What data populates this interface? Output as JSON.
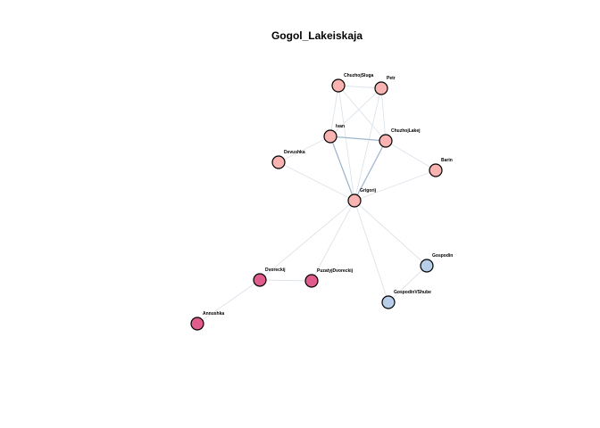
{
  "title": "Gogol_Lakeiskaja",
  "colors": {
    "edge_light": "#dde3ea",
    "edge_strong": "#9fb6cf",
    "group_pink": "#f9b3b1",
    "group_magenta": "#e05c8c",
    "group_blue": "#b7cde8"
  },
  "nodes": [
    {
      "id": "ChuzhojSluga",
      "label": "ChuzhojSluga",
      "group": "pink"
    },
    {
      "id": "Petr",
      "label": "Petr",
      "group": "pink"
    },
    {
      "id": "Ivan",
      "label": "Ivan",
      "group": "pink"
    },
    {
      "id": "ChuzhojLakej",
      "label": "ChuzhojLakej",
      "group": "pink"
    },
    {
      "id": "Devushka",
      "label": "Devushka",
      "group": "pink"
    },
    {
      "id": "Barin",
      "label": "Barin",
      "group": "pink"
    },
    {
      "id": "Grigorij",
      "label": "Grigorij",
      "group": "pink"
    },
    {
      "id": "Gospodin",
      "label": "Gospodin",
      "group": "blue"
    },
    {
      "id": "Dvoreckij",
      "label": "Dvoreckij",
      "group": "magenta"
    },
    {
      "id": "PuzatyjDvoreckij",
      "label": "PuzatyjDvoreckij",
      "group": "magenta"
    },
    {
      "id": "GospodinVShube",
      "label": "GospodinVShube",
      "group": "blue"
    },
    {
      "id": "Annushka",
      "label": "Annushka",
      "group": "magenta"
    }
  ],
  "edges": [
    {
      "source": "ChuzhojSluga",
      "target": "Petr",
      "weight": 1
    },
    {
      "source": "ChuzhojSluga",
      "target": "Ivan",
      "weight": 1
    },
    {
      "source": "ChuzhojSluga",
      "target": "ChuzhojLakej",
      "weight": 1
    },
    {
      "source": "ChuzhojSluga",
      "target": "Grigorij",
      "weight": 1
    },
    {
      "source": "Petr",
      "target": "Ivan",
      "weight": 1
    },
    {
      "source": "Petr",
      "target": "ChuzhojLakej",
      "weight": 1
    },
    {
      "source": "Petr",
      "target": "Grigorij",
      "weight": 1
    },
    {
      "source": "Ivan",
      "target": "ChuzhojLakej",
      "weight": 2
    },
    {
      "source": "Ivan",
      "target": "Devushka",
      "weight": 1
    },
    {
      "source": "Ivan",
      "target": "Grigorij",
      "weight": 2
    },
    {
      "source": "ChuzhojLakej",
      "target": "Barin",
      "weight": 1
    },
    {
      "source": "ChuzhojLakej",
      "target": "Grigorij",
      "weight": 2
    },
    {
      "source": "Devushka",
      "target": "Grigorij",
      "weight": 1
    },
    {
      "source": "Barin",
      "target": "Grigorij",
      "weight": 1
    },
    {
      "source": "Grigorij",
      "target": "Dvoreckij",
      "weight": 1
    },
    {
      "source": "Grigorij",
      "target": "PuzatyjDvoreckij",
      "weight": 1
    },
    {
      "source": "Grigorij",
      "target": "Gospodin",
      "weight": 1
    },
    {
      "source": "Grigorij",
      "target": "GospodinVShube",
      "weight": 1
    },
    {
      "source": "Dvoreckij",
      "target": "PuzatyjDvoreckij",
      "weight": 1
    },
    {
      "source": "Dvoreckij",
      "target": "Annushka",
      "weight": 1
    },
    {
      "source": "Gospodin",
      "target": "GospodinVShube",
      "weight": 1
    }
  ]
}
